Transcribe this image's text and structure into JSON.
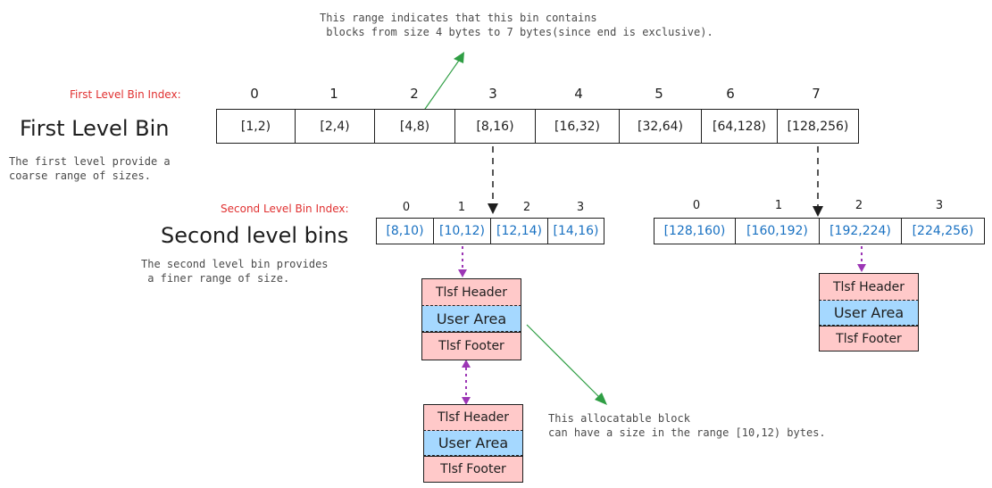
{
  "notes": {
    "range_note": "This range indicates that this bin contains\n blocks from size 4 bytes to 7 bytes(since end is exclusive).",
    "first_level_note": "The first level provide a\ncoarse range of sizes.",
    "second_level_note": "The second level bin provides\n a finer range of size.",
    "block_note": "This allocatable block\ncan have a size in the range [10,12) bytes."
  },
  "first_level": {
    "index_label": "First Level Bin Index:",
    "title": "First Level Bin",
    "indices": [
      "0",
      "1",
      "2",
      "3",
      "4",
      "5",
      "6",
      "7"
    ],
    "bins": [
      "[1,2)",
      "[2,4)",
      "[4,8)",
      "[8,16)",
      "[16,32)",
      "[32,64)",
      "[64,128)",
      "[128,256)"
    ]
  },
  "second_level": {
    "index_label": "Second Level Bin Index:",
    "title": "Second level bins",
    "left_indices": [
      "0",
      "1",
      "2",
      "3"
    ],
    "left_bins": [
      "[8,10)",
      "[10,12)",
      "[12,14)",
      "[14,16)"
    ],
    "right_indices": [
      "0",
      "1",
      "2",
      "3"
    ],
    "right_bins": [
      "[128,160)",
      "[160,192)",
      "[192,224)",
      "[224,256)"
    ]
  },
  "block": {
    "header": "Tlsf Header",
    "user_area": "User Area",
    "footer": "Tlsf Footer"
  },
  "colors": {
    "label_red": "#e03131",
    "bin_text_blue": "#1971c2",
    "header_footer_fill": "#ffc9c9",
    "user_area_fill": "#a5d8ff",
    "green_arrow": "#2f9e44",
    "purple_arrow": "#9c36b5"
  }
}
